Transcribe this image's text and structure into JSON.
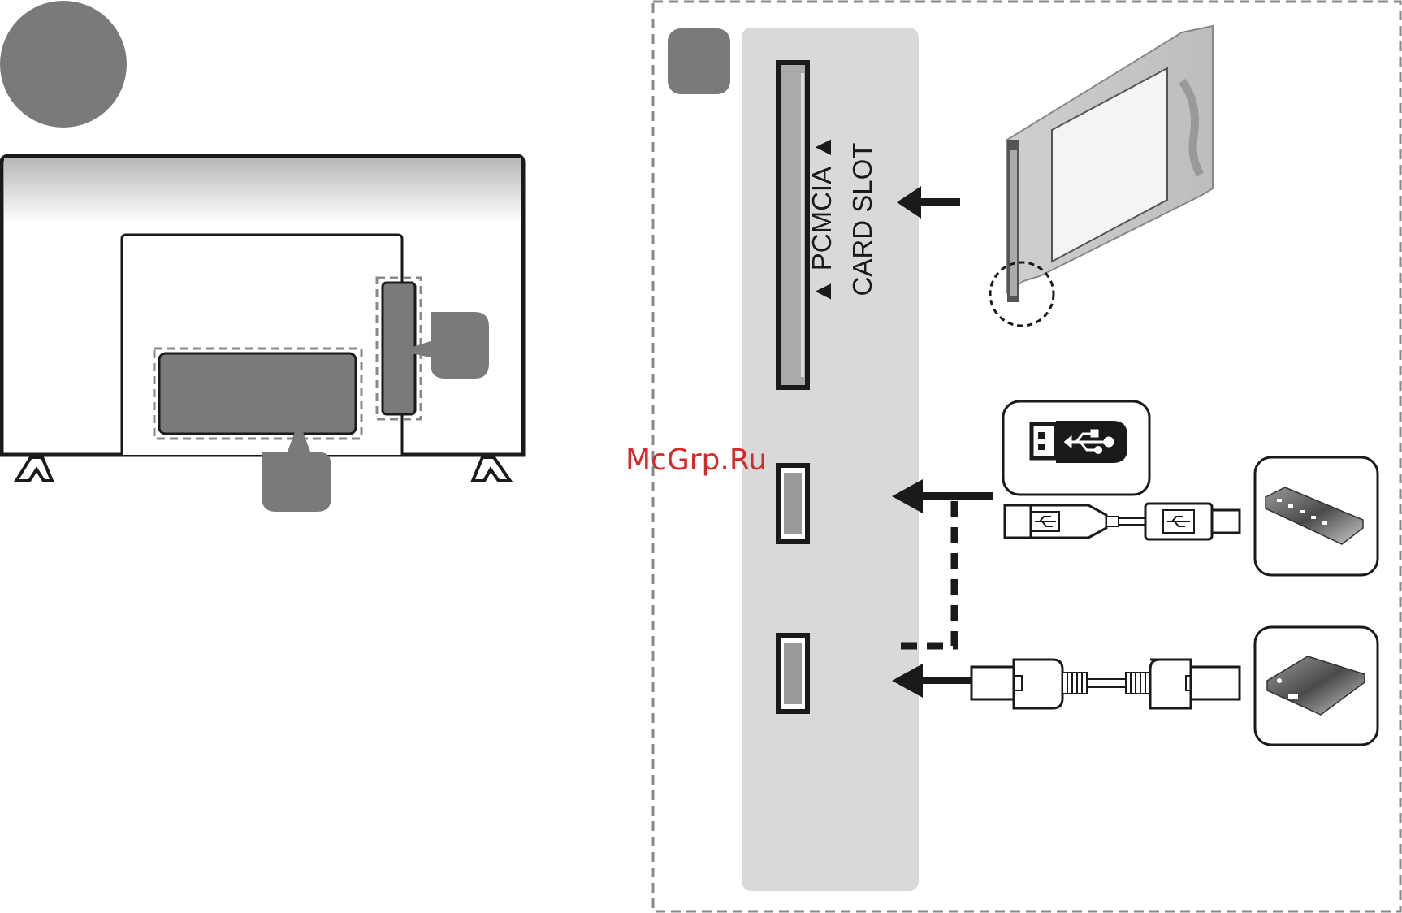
{
  "diagram": {
    "slot_label_line1": "▲ PCMCIA ▲",
    "slot_label_line2": "CARD SLOT",
    "watermark": "McGrp.Ru"
  },
  "colors": {
    "marker_gray": "#7a7a7a",
    "panel_gray": "#d9d9d9",
    "outline": "#1a1a1a",
    "watermark_red": "#d52a2a"
  }
}
